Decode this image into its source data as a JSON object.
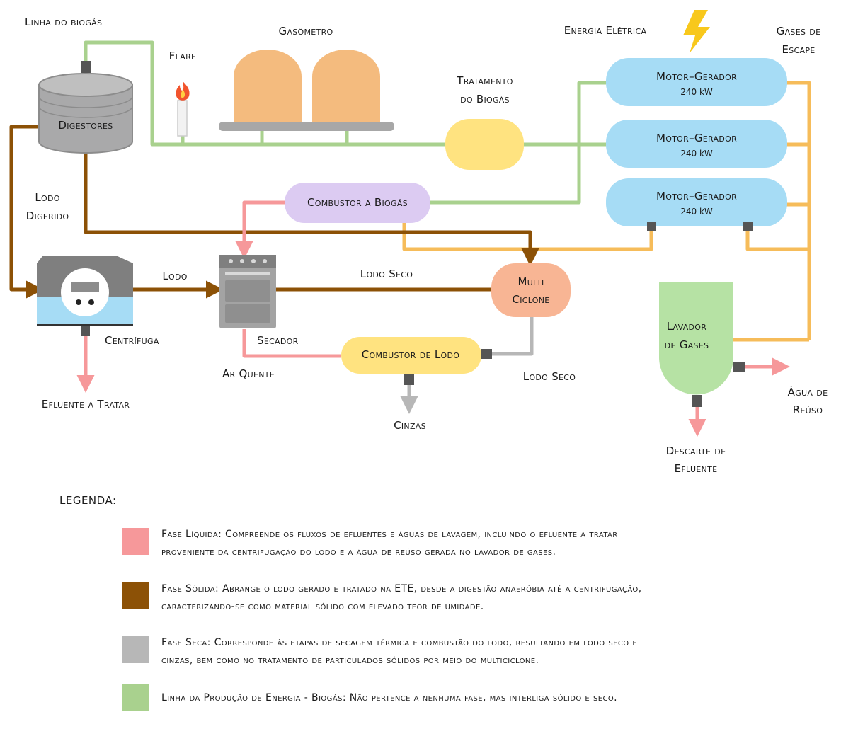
{
  "colors": {
    "liquid": "#f6989a",
    "solid": "#8c5106",
    "dry": "#b7b7b7",
    "energy": "#a9d18e",
    "exhaust": "#f6bc5a",
    "motor": "#a6dcf5",
    "gasometer": "#f4bb7e",
    "treatment": "#ffe380",
    "burner_biogas": "#dccbf2",
    "burner_sludge": "#ffe380",
    "cyclone": "#f8b594",
    "scrubber": "#b6e2a4",
    "bolt": "#f8c81c"
  },
  "labels": {
    "biogas_line": "Linha do biogás",
    "gasometer": "Gasômetro",
    "flare": "Flare",
    "electric_energy": "Energia Elétrica",
    "exhaust_gases_1": "Gases de",
    "exhaust_gases_2": "Escape",
    "biogas_treatment_1": "Tratamento",
    "biogas_treatment_2": "do Biogás",
    "digesters": "Digestores",
    "motor_1_name": "Motor–Gerador",
    "motor_1_power": "240 kW",
    "motor_2_name": "Motor–Gerador",
    "motor_2_power": "240 kW",
    "motor_3_name": "Motor–Gerador",
    "motor_3_power": "240 kW",
    "digested_sludge_1": "Lodo",
    "digested_sludge_2": "Digerido",
    "biogas_burner": "Combustor a Biogás",
    "sludge": "Lodo",
    "dry_sludge_top": "Lodo Seco",
    "multi_cyclone_1": "Multi",
    "multi_cyclone_2": "Ciclone",
    "centrifuge": "Centrífuga",
    "dryer": "Secador",
    "sludge_burner": "Combustor de Lodo",
    "hot_air": "Ar Quente",
    "dry_sludge_bottom": "Lodo Seco",
    "scrubber_1": "Lavador",
    "scrubber_2": "de Gases",
    "reuse_water_1": "Água de",
    "reuse_water_2": "Reúso",
    "effluent_to_treat": "Efluente a Tratar",
    "ashes": "Cinzas",
    "effluent_discharge_1": "Descarte de",
    "effluent_discharge_2": "Efluente"
  },
  "legend": {
    "title": "LEGENDA:",
    "items": [
      {
        "color": "#f6989a",
        "line1": "Fase Líquida: Compreende os fluxos de efluentes e águas de lavagem, incluindo o efluente a tratar",
        "line2": "proveniente da centrifugação do lodo e a água de reúso gerada no lavador de gases."
      },
      {
        "color": "#8c5106",
        "line1": "Fase Sólida: Abrange o lodo gerado e tratado na ETE, desde a digestão anaeróbia até a centrifugação,",
        "line2": "caracterizando-se como material sólido com elevado teor de umidade."
      },
      {
        "color": "#b7b7b7",
        "line1": "Fase Seca: Corresponde às etapas de secagem térmica e combustão do lodo, resultando em lodo seco e",
        "line2": "cinzas, bem como no tratamento de particulados sólidos por meio do multiciclone."
      },
      {
        "color": "#a9d18e",
        "line1": "Linha da Produção de Energia - Biogás: Não pertence a nenhuma fase, mas interliga sólido e seco.",
        "line2": ""
      }
    ]
  }
}
